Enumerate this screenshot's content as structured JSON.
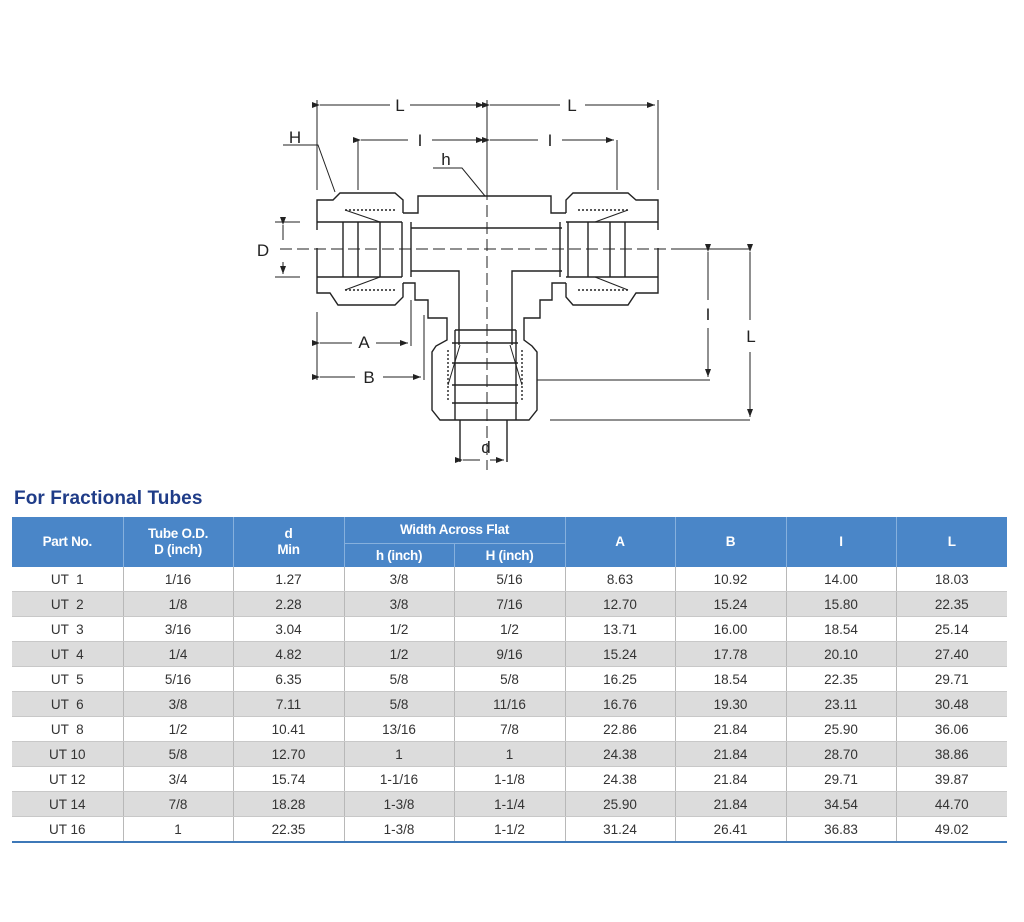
{
  "diagram": {
    "labels": {
      "L_left": "L",
      "L_right": "L",
      "I_left": "I",
      "I_right": "I",
      "H": "H",
      "h": "h",
      "D": "D",
      "A": "A",
      "B": "B",
      "I_vertical": "I",
      "L_vertical": "L",
      "d": "d"
    }
  },
  "title": "For Fractional Tubes",
  "table": {
    "headers": {
      "part_no": "Part No.",
      "tube_od_line1": "Tube O.D.",
      "tube_od_line2": "D (inch)",
      "d_line1": "d",
      "d_line2": "Min",
      "width_across_flat": "Width Across Flat",
      "h_inch": "h (inch)",
      "H_inch": "H (inch)",
      "A": "A",
      "B": "B",
      "I": "I",
      "L": "L"
    },
    "rows": [
      {
        "part": "UT  1",
        "od": "1/16",
        "d": "1.27",
        "h": "3/8",
        "H": "5/16",
        "A": "8.63",
        "B": "10.92",
        "I": "14.00",
        "L": "18.03"
      },
      {
        "part": "UT  2",
        "od": "1/8",
        "d": "2.28",
        "h": "3/8",
        "H": "7/16",
        "A": "12.70",
        "B": "15.24",
        "I": "15.80",
        "L": "22.35"
      },
      {
        "part": "UT  3",
        "od": "3/16",
        "d": "3.04",
        "h": "1/2",
        "H": "1/2",
        "A": "13.71",
        "B": "16.00",
        "I": "18.54",
        "L": "25.14"
      },
      {
        "part": "UT  4",
        "od": "1/4",
        "d": "4.82",
        "h": "1/2",
        "H": "9/16",
        "A": "15.24",
        "B": "17.78",
        "I": "20.10",
        "L": "27.40"
      },
      {
        "part": "UT  5",
        "od": "5/16",
        "d": "6.35",
        "h": "5/8",
        "H": "5/8",
        "A": "16.25",
        "B": "18.54",
        "I": "22.35",
        "L": "29.71"
      },
      {
        "part": "UT  6",
        "od": "3/8",
        "d": "7.11",
        "h": "5/8",
        "H": "11/16",
        "A": "16.76",
        "B": "19.30",
        "I": "23.11",
        "L": "30.48"
      },
      {
        "part": "UT  8",
        "od": "1/2",
        "d": "10.41",
        "h": "13/16",
        "H": "7/8",
        "A": "22.86",
        "B": "21.84",
        "I": "25.90",
        "L": "36.06"
      },
      {
        "part": "UT 10",
        "od": "5/8",
        "d": "12.70",
        "h": "1",
        "H": "1",
        "A": "24.38",
        "B": "21.84",
        "I": "28.70",
        "L": "38.86"
      },
      {
        "part": "UT 12",
        "od": "3/4",
        "d": "15.74",
        "h": "1-1/16",
        "H": "1-1/8",
        "A": "24.38",
        "B": "21.84",
        "I": "29.71",
        "L": "39.87"
      },
      {
        "part": "UT 14",
        "od": "7/8",
        "d": "18.28",
        "h": "1-3/8",
        "H": "1-1/4",
        "A": "25.90",
        "B": "21.84",
        "I": "34.54",
        "L": "44.70"
      },
      {
        "part": "UT 16",
        "od": "1",
        "d": "22.35",
        "h": "1-3/8",
        "H": "1-1/2",
        "A": "31.24",
        "B": "26.41",
        "I": "36.83",
        "L": "49.02"
      }
    ]
  },
  "colors": {
    "header_bg": "#4a86c8",
    "title": "#1f3c88",
    "alt_row": "#dcdcdc",
    "bottom_rule": "#3d78b8"
  }
}
